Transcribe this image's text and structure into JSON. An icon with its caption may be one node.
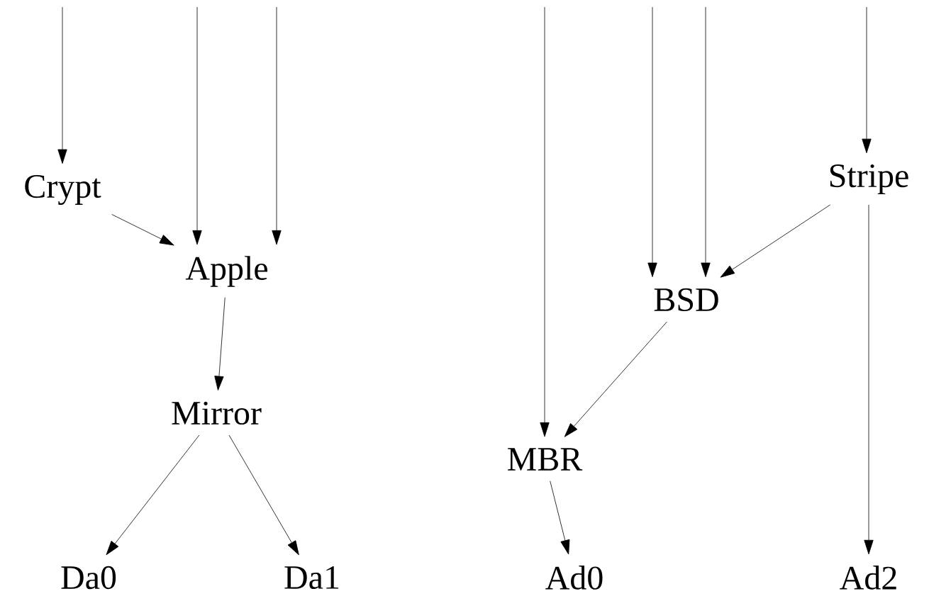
{
  "diagram": {
    "nodes": [
      {
        "text": [
          "Crypt"
        ]
      },
      {
        "text": [
          "Apple"
        ]
      },
      {
        "text": [
          "Mirror"
        ]
      },
      {
        "text": [
          "Da0"
        ]
      },
      {
        "text": [
          "Da1"
        ]
      },
      {
        "text": [
          "Stripe"
        ]
      },
      {
        "text": [
          "BSD"
        ]
      },
      {
        "text": [
          "MBR"
        ]
      },
      {
        "text": [
          "Ad0"
        ]
      },
      {
        "text": [
          "Ad2"
        ]
      }
    ],
    "edges": [
      {
        "from": null,
        "to": 0,
        "arrow": "to"
      },
      {
        "from": null,
        "to": 1,
        "arrow": "to"
      },
      {
        "from": null,
        "to": 1,
        "arrow": "to"
      },
      {
        "from": 0,
        "to": 1,
        "arrow": "to"
      },
      {
        "from": 1,
        "to": 2,
        "arrow": "to"
      },
      {
        "from": 2,
        "to": 3,
        "arrow": "to"
      },
      {
        "from": 2,
        "to": 4,
        "arrow": "to"
      },
      {
        "from": null,
        "to": 7,
        "arrow": "to"
      },
      {
        "from": null,
        "to": 6,
        "arrow": "to"
      },
      {
        "from": null,
        "to": 6,
        "arrow": "to"
      },
      {
        "from": null,
        "to": 5,
        "arrow": "to"
      },
      {
        "from": 5,
        "to": 6,
        "arrow": "to"
      },
      {
        "from": 6,
        "to": 7,
        "arrow": "to"
      },
      {
        "from": 7,
        "to": 8,
        "arrow": "to"
      },
      {
        "from": 5,
        "to": 9,
        "arrow": "to"
      }
    ]
  }
}
